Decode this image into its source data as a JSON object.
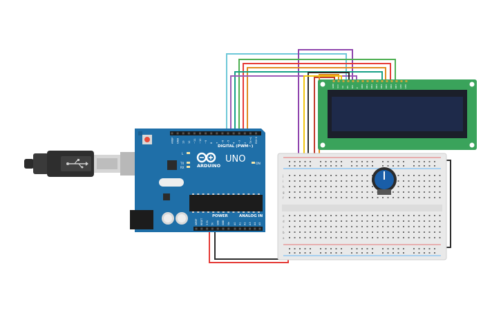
{
  "arduino": {
    "brand": "ARDUINO",
    "model": "UNO",
    "digital_header": "DIGITAL (PWM~)",
    "power_header": "POWER",
    "analog_header": "ANALOG IN",
    "on_label": "ON",
    "tx_label": "TX",
    "rx_label": "RX",
    "l_label": "L",
    "logo": "infinity-logo",
    "pin_labels_top": [
      "AREF",
      "GND",
      "13",
      "12",
      "~11",
      "~10",
      "~9",
      "8",
      "7",
      "~6",
      "~5",
      "4",
      "~3",
      "2",
      "TX→1",
      "RX←0"
    ],
    "pin_labels_power": [
      "IOREF",
      "RESET",
      "3.3V",
      "5V",
      "GND",
      "GND",
      "Vin"
    ],
    "pin_labels_analog": [
      "A0",
      "A1",
      "A2",
      "A3",
      "A4",
      "A5"
    ]
  },
  "lcd": {
    "pin_labels": [
      "GND",
      "VCC",
      "V0",
      "RS",
      "RW",
      "E",
      "DB0",
      "DB1",
      "DB2",
      "DB3",
      "DB4",
      "DB5",
      "DB6",
      "DB7",
      "LED",
      "LED"
    ],
    "screen_color": "#1e2a4a",
    "pcb_color": "#3aa35b"
  },
  "breadboard": {
    "row_letters_top": [
      "j",
      "i",
      "h",
      "g",
      "f"
    ],
    "row_letters_bottom": [
      "e",
      "d",
      "c",
      "b",
      "a"
    ]
  },
  "wire_colors": {
    "cyan": "#6cc7d8",
    "purple": "#8e44ad",
    "green": "#4caf50",
    "red": "#e53935",
    "orange": "#e08a1e",
    "teal": "#16a085",
    "yellow": "#f1c40f",
    "black": "#2b2b2b",
    "dark_red": "#c0392b"
  },
  "usb_cable": {
    "icon": "usb-icon"
  },
  "potentiometer": {
    "knob_color": "#1a5ea8"
  }
}
